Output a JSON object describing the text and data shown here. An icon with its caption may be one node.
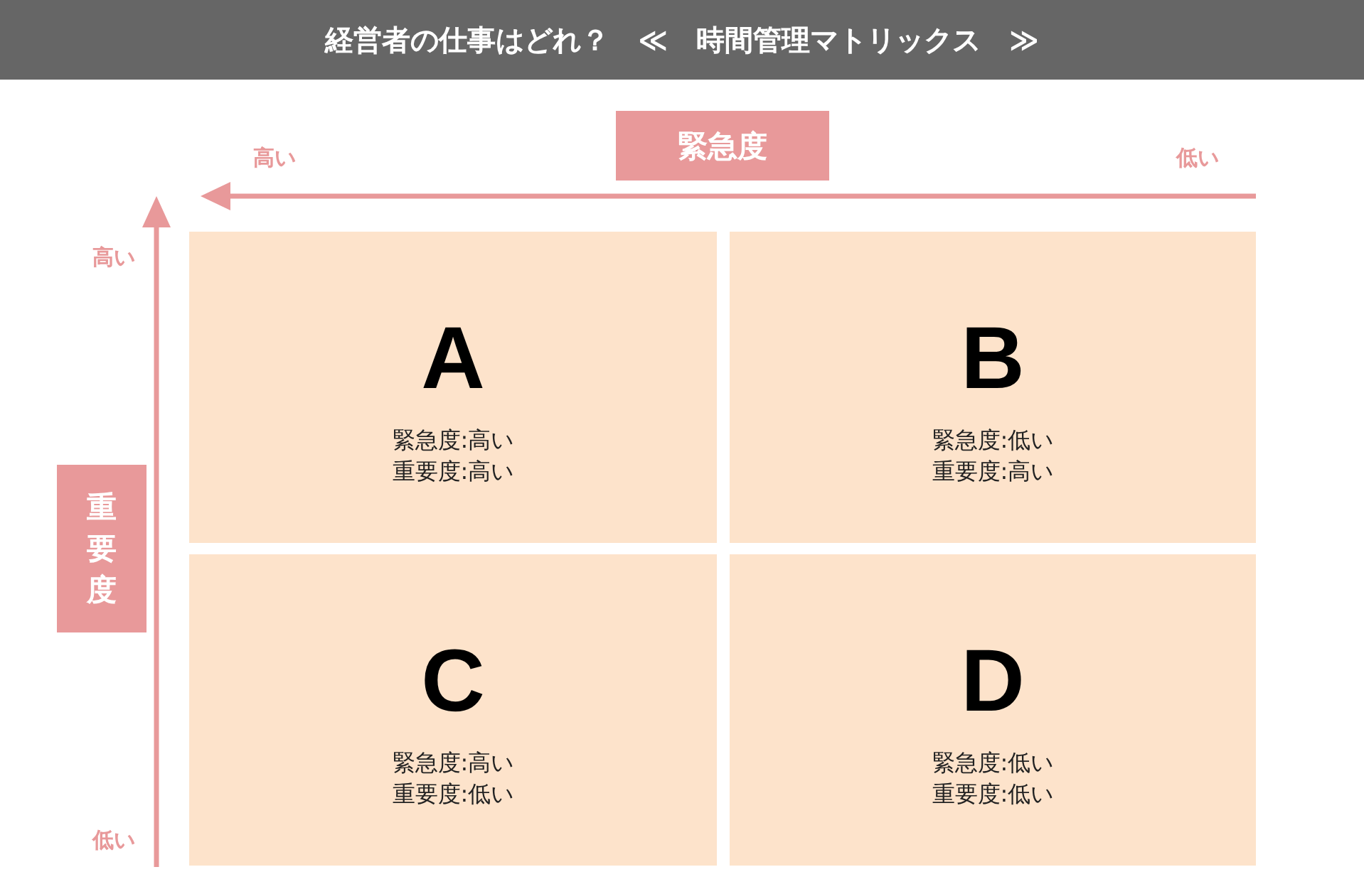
{
  "diagram": {
    "title": "経営者の仕事はどれ？　≪　時間管理マトリックス　≫",
    "nodes": [
      {
        "text": [
          "緊急度"
        ]
      },
      {
        "text": [
          "重要度"
        ]
      },
      {
        "text": [
          "A",
          "緊急度:高い",
          "重要度:高い"
        ]
      },
      {
        "text": [
          "B",
          "緊急度:低い",
          "重要度:高い"
        ]
      },
      {
        "text": [
          "C",
          "緊急度:高い",
          "重要度:低い"
        ]
      },
      {
        "text": [
          "D",
          "緊急度:低い",
          "重要度:低い"
        ]
      }
    ],
    "labels": [
      "高い",
      "低い",
      "高い",
      "低い"
    ]
  }
}
